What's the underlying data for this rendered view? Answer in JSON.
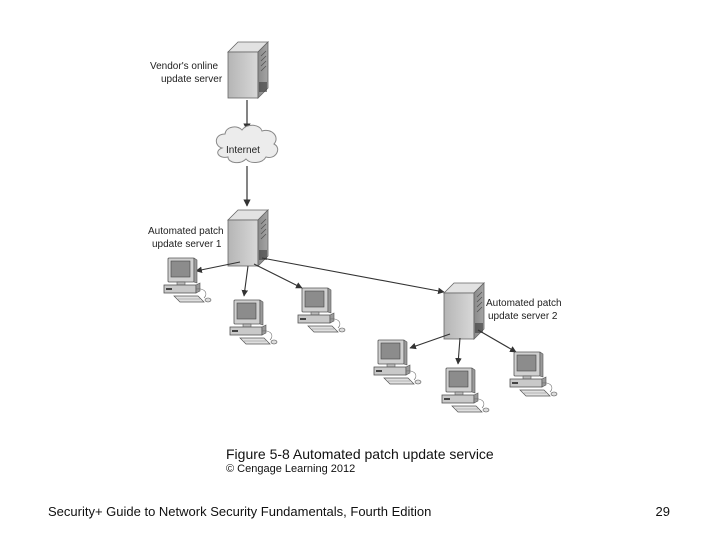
{
  "diagram": {
    "vendor_server_label": [
      "Vendor's online",
      "update server"
    ],
    "cloud_label": "Internet",
    "server1_label": [
      "Automated patch",
      "update server 1"
    ],
    "server2_label": [
      "Automated patch",
      "update server 2"
    ]
  },
  "caption": {
    "title": "Figure 5-8 Automated patch update service",
    "credit": "© Cengage Learning 2012"
  },
  "footer": {
    "book_title": "Security+ Guide to Network Security Fundamentals, Fourth Edition",
    "page_number": "29"
  }
}
